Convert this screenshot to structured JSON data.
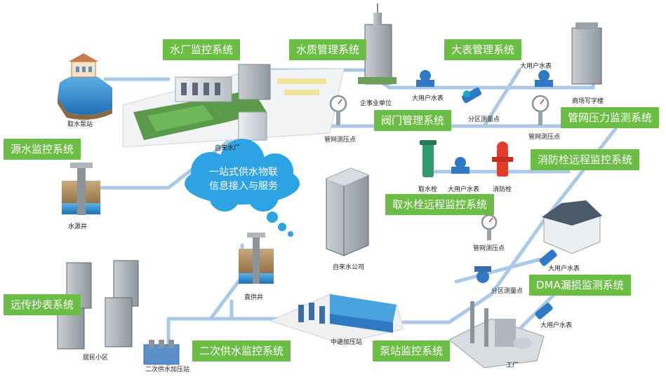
{
  "cloud": {
    "line1": "一站式供水物联",
    "line2": "信息接入与服务"
  },
  "systems": {
    "water_plant": "水厂监控系统",
    "water_quality": "水质管理系统",
    "big_meter": "大表管理系统",
    "source": "源水监控系统",
    "valve": "阀门管理系统",
    "pipe_pressure": "管网压力监测系统",
    "fire_hydrant": "消防栓远程监控系统",
    "hydrant_intake": "取水栓远程监控系统",
    "dma": "DMA漏损监测系统",
    "remote_meter": "远传抄表系统",
    "secondary_supply": "二次供水监控系统",
    "pump_station": "泵站监控系统"
  },
  "labels": {
    "intake_station": "取水泵站",
    "water_plant": "自来水厂",
    "enterprise": "企事业单位",
    "big_user_meter": "大用户水表",
    "commercial": "商场写字楼",
    "pipe_pressure_point": "管网测压点",
    "zone_meter": "分区测量点",
    "source_well": "水源井",
    "hydrant_intake": "取水栓",
    "fire_hydrant": "消防栓",
    "water_company": "自来水公司",
    "direct_well": "直供井",
    "residential": "居民小区",
    "secondary_station": "二次供水加压站",
    "booster_station": "中途加压站",
    "factory": "工厂"
  },
  "colors": {
    "tag_green": "#6cbd45",
    "cloud_blue": "#2ea3e3",
    "pipe_blue": "#a9c9e6",
    "meter_blue": "#2f78c4"
  }
}
